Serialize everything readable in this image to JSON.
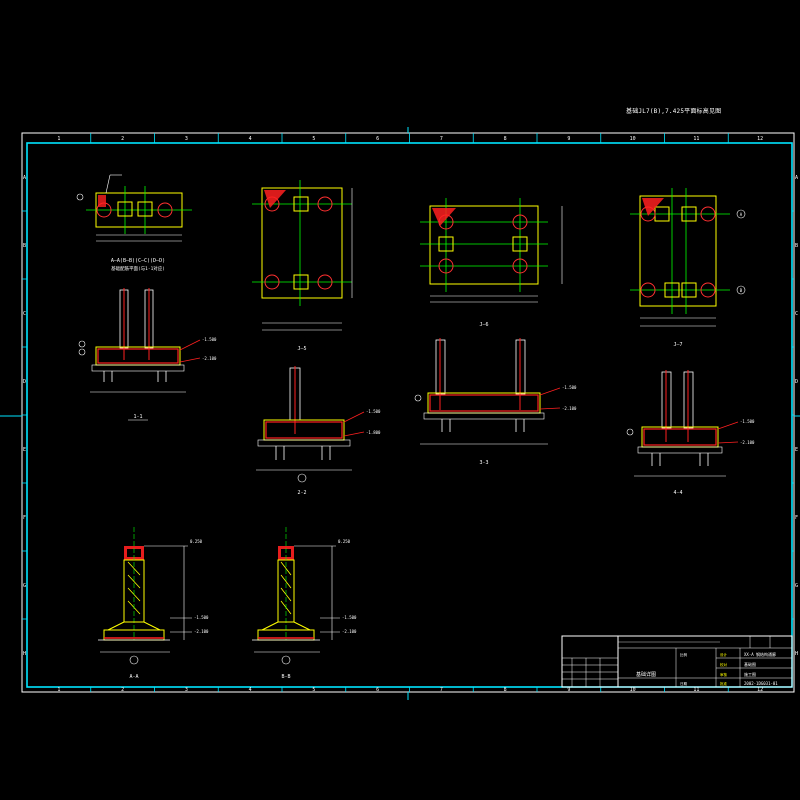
{
  "header_note": "基础JL7(B),7.425平面标高见图",
  "grid": {
    "columns": [
      "1",
      "2",
      "3",
      "4",
      "5",
      "6",
      "7",
      "8",
      "9",
      "10",
      "11",
      "12"
    ],
    "rows": [
      "A",
      "B",
      "C",
      "D",
      "E",
      "F",
      "G",
      "H"
    ]
  },
  "details": {
    "plan_A_caption": "A—A(B—B)(C—C)(D—D)",
    "plan_A_subcaption": "基础配筋平面(与1-1对应)",
    "plan_B_caption": "J—5",
    "plan_C_caption": "J—6",
    "plan_D_caption": "J—7",
    "section_1": "1-1",
    "section_2": "2-2",
    "section_3": "3-3",
    "section_4": "4-4",
    "section_A": "A-A",
    "section_B": "B-B",
    "elev_neg_1500": "-1.500",
    "elev_neg_2100": "-2.100",
    "elev_neg_1800": "-1.800",
    "elev_pos_0250": "0.250",
    "elev_axis_A": "A",
    "elev_axis_B": "B"
  },
  "title_block": {
    "project": "XX-A 钢结构通廊",
    "drawing": "基础图",
    "sheet_title": "基础详图",
    "drawing_no": "2002-1DG031-01",
    "stage": "施工图",
    "label_design": "设计",
    "label_check": "校对",
    "label_review": "审核",
    "label_approve": "批准",
    "label_scale": "比例",
    "label_date": "日期"
  },
  "colors": {
    "frame": "#00e5ff",
    "outer_frame": "#ffffff",
    "concrete": "#ffff00",
    "rebar": "#ff2020",
    "axis": "#00ff00",
    "dimension": "#ffffff",
    "pile": "#ff3030",
    "column": "#ff00ff"
  }
}
